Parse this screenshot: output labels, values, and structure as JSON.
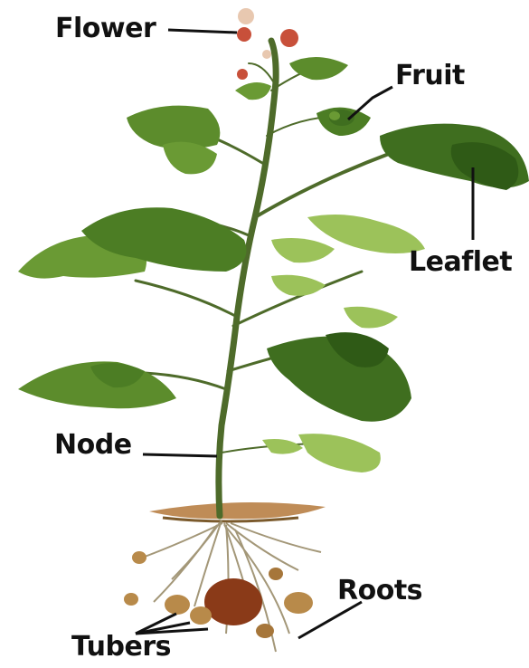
{
  "diagram": {
    "labels": {
      "flower": "Flower",
      "fruit": "Fruit",
      "leaflet": "Leaflet",
      "node": "Node",
      "roots": "Roots",
      "tubers": "Tubers"
    }
  },
  "colors": {
    "background": "#ffffff",
    "label_text": "#111111",
    "leaf_dark": "#3f6e1f",
    "leaf_mid": "#6a9a34",
    "leaf_light": "#9cc25a",
    "stem": "#4e6b2a",
    "soil": "#b4783a",
    "root": "#9a8c6a",
    "tuber": "#b88a4a",
    "tuber_large": "#8a3a18",
    "flower": "#c8503a"
  }
}
